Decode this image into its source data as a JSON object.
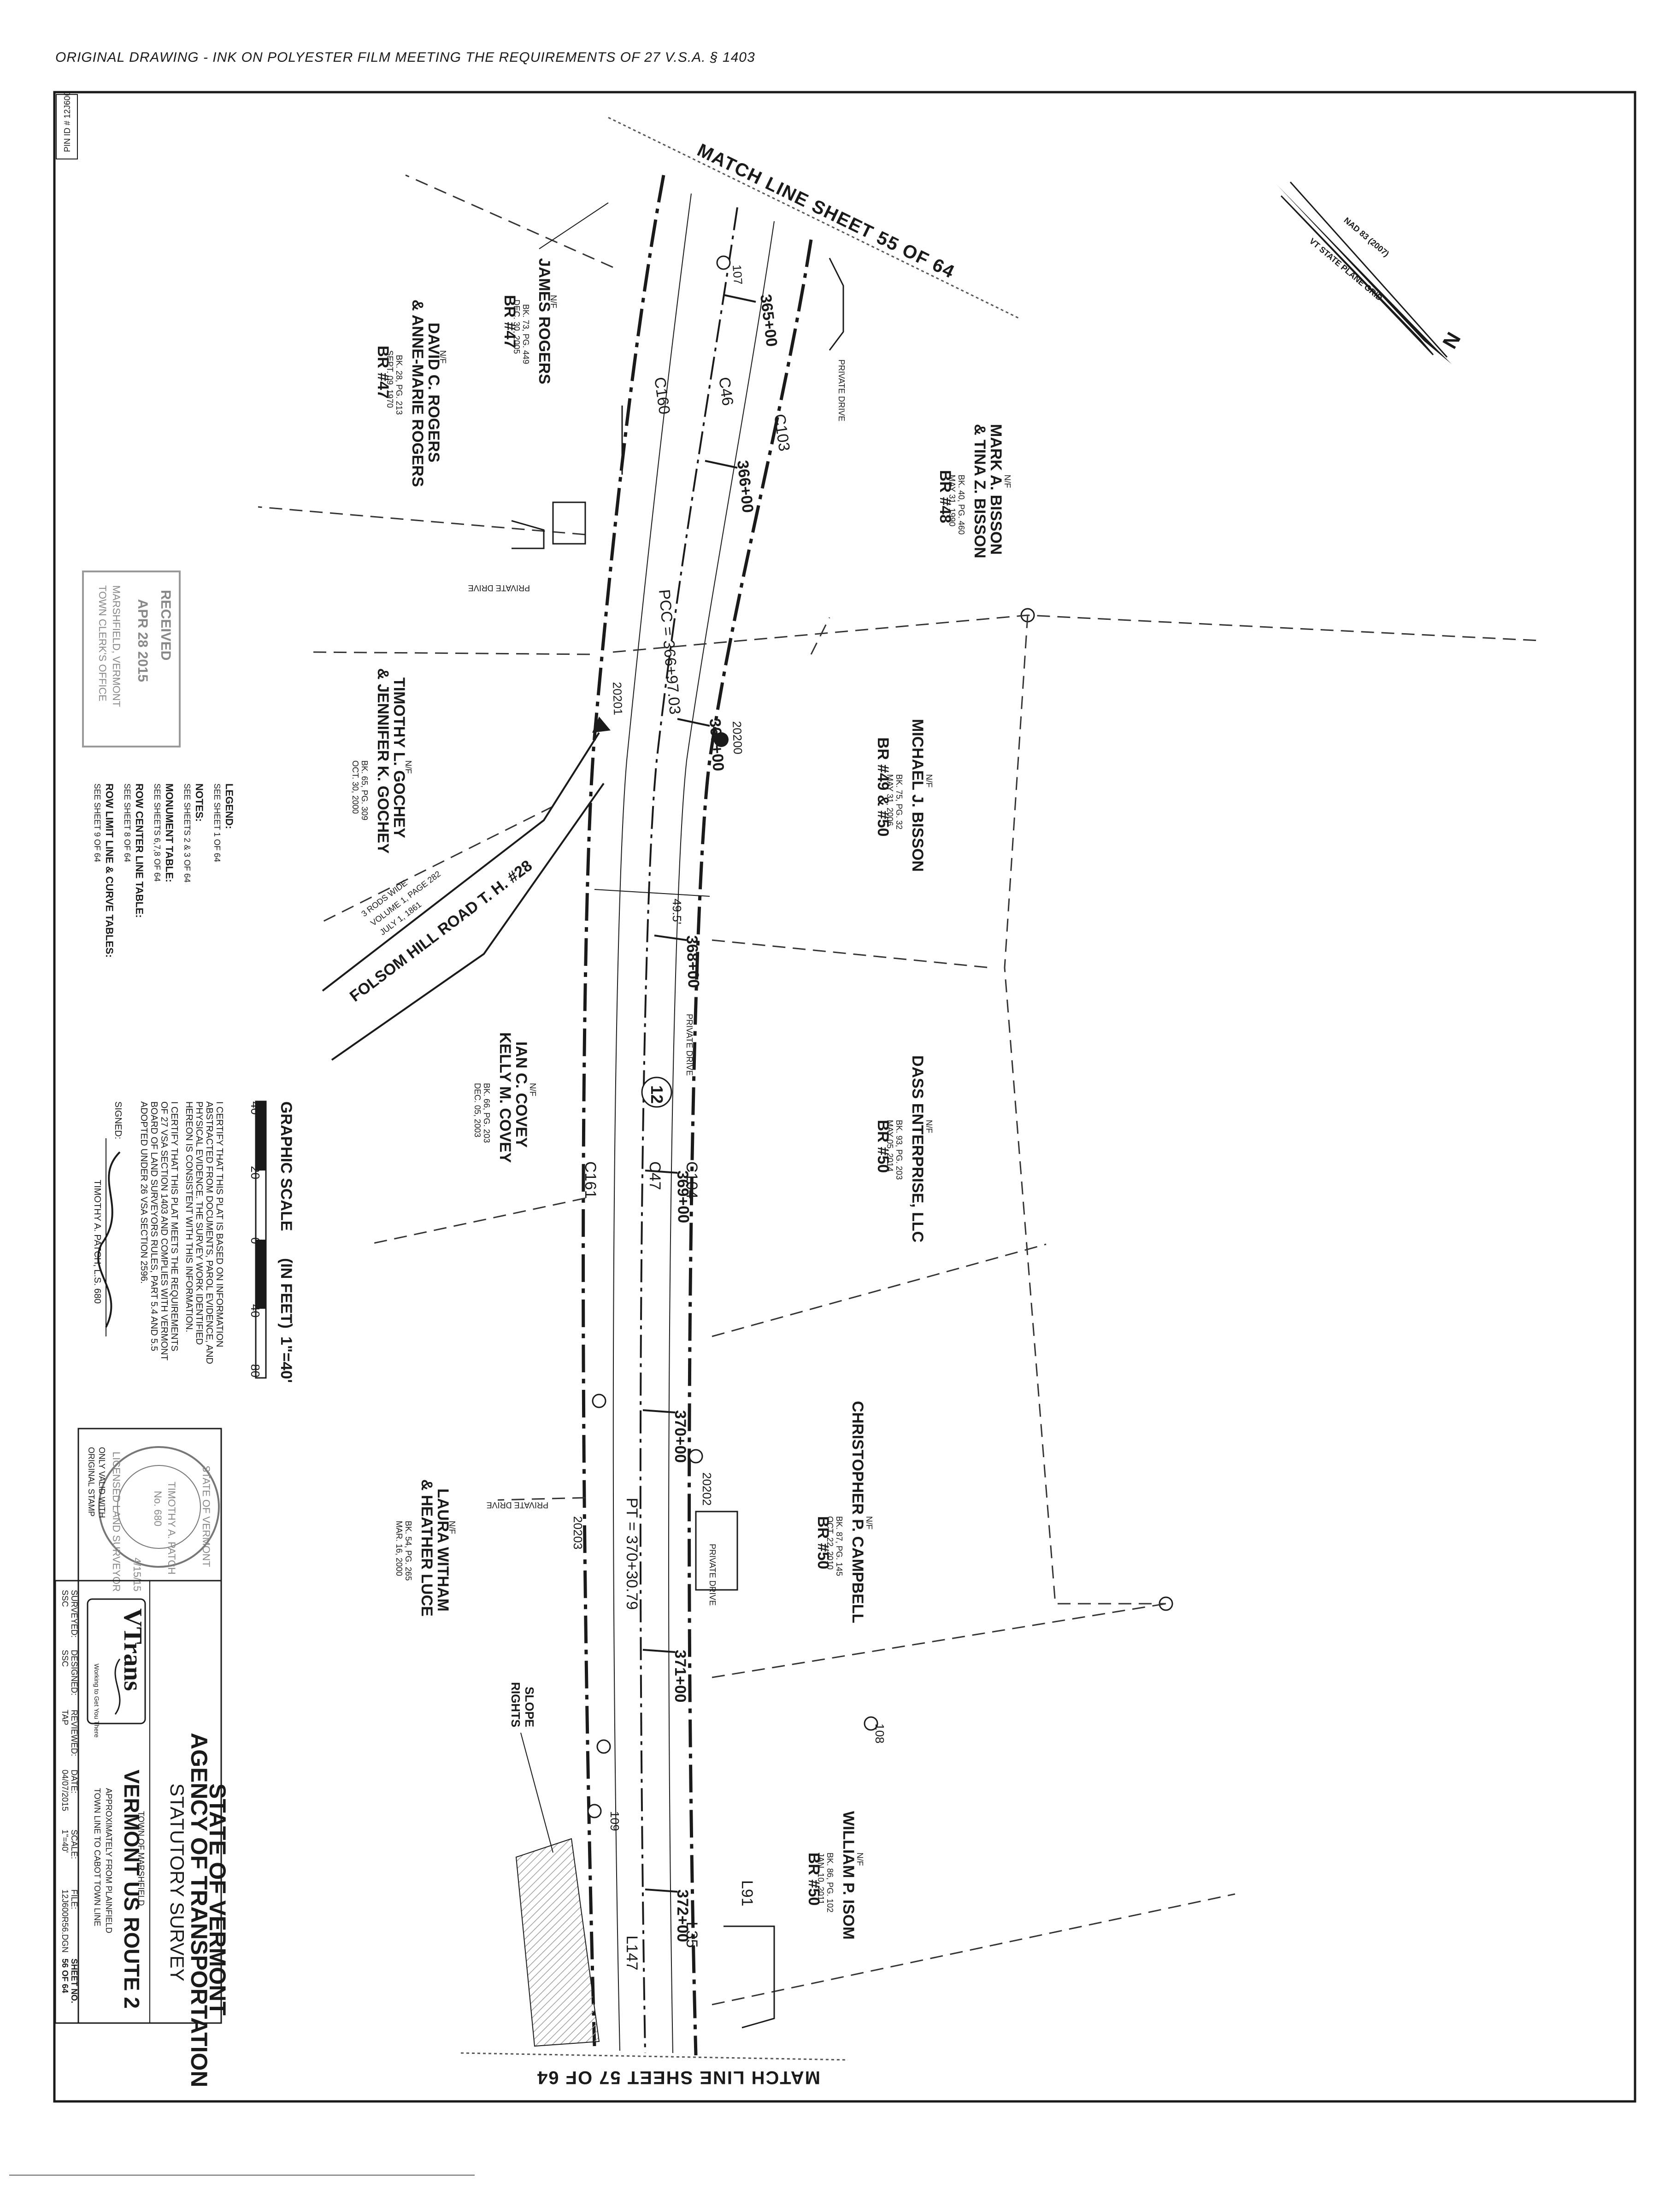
{
  "header_note": "ORIGINAL DRAWING - INK ON POLYESTER FILM MEETING THE REQUIREMENTS OF 27 V.S.A. § 1403",
  "pin_id": "PIN ID # 12J600",
  "match_top": "MATCH LINE SHEET 55 OF 64",
  "match_bottom": "MATCH LINE SHEET 57 OF 64",
  "north": {
    "label": "N",
    "datum": "NAD 83 (2007)",
    "grid": "VT STATE PLANE GRID"
  },
  "owners": [
    {
      "nf": "N/F",
      "name1": "JAMES ROGERS",
      "name2": "",
      "bk": "BK. 73, PG. 449",
      "date": "DEC. 30, 2005",
      "br": "BR #47"
    },
    {
      "nf": "N/F",
      "name1": "DAVID C. ROGERS",
      "name2": "& ANNE-MARIE ROGERS",
      "bk": "BK. 28, PG. 213",
      "date": "SEPT. 09, 1970",
      "br": "BR #47"
    },
    {
      "nf": "N/F",
      "name1": "MARK A. BISSON",
      "name2": "& TINA Z. BISSON",
      "bk": "BK. 40, PG. 460",
      "date": "MAY 31, 1990",
      "br": "BR #48"
    },
    {
      "nf": "N/F",
      "name1": "MICHAEL J. BISSON",
      "name2": "",
      "bk": "BK. 75, PG. 32",
      "date": "MAY 31, 2006",
      "br": "BR #49 & #50"
    },
    {
      "nf": "N/F",
      "name1": "TIMOTHY L. GOCHEY",
      "name2": "& JENNIFER K. GOCHEY",
      "bk": "BK. 65, PG. 309",
      "date": "OCT. 30, 2000",
      "br": ""
    },
    {
      "nf": "N/F",
      "name1": "DASS ENTERPRISE, LLC",
      "name2": "",
      "bk": "BK. 93, PG. 203",
      "date": "MAY 05, 2014",
      "br": "BR #50"
    },
    {
      "nf": "N/F",
      "name1": "IAN C. COVEY",
      "name2": "KELLY M. COVEY",
      "bk": "BK. 66, PG. 203",
      "date": "DEC. 05, 2003",
      "br": ""
    },
    {
      "nf": "N/F",
      "name1": "CHRISTOPHER P. CAMPBELL",
      "name2": "",
      "bk": "BK. 87, PG. 145",
      "date": "OCT. 22, 2010",
      "br": "BR #50"
    },
    {
      "nf": "N/F",
      "name1": "LAURA WITHAM",
      "name2": "& HEATHER LUCE",
      "bk": "BK. 54, PG. 265",
      "date": "MAR. 16, 2000",
      "br": ""
    },
    {
      "nf": "N/F",
      "name1": "WILLIAM P. ISOM",
      "name2": "",
      "bk": "BK. 86, PG. 102",
      "date": "JAN. 10, 2011",
      "br": "BR #50"
    }
  ],
  "stations": [
    "365+00",
    "366+00",
    "367+00",
    "368+00",
    "369+00",
    "370+00",
    "371+00",
    "372+00"
  ],
  "curves": {
    "c160": "C160",
    "c46": "C46",
    "c103": "C103",
    "c161": "C161",
    "c47": "C47",
    "c104": "C104",
    "l147": "L147",
    "l35": "L35",
    "l91": "L91"
  },
  "points": {
    "p107": "107",
    "p108": "108",
    "p109": "109",
    "m20200": "20200",
    "m20201": "20201",
    "m20202": "20202",
    "m20203": "20203"
  },
  "pcc": "PCC = 366+97.03",
  "pt": "PT = 370+30.79",
  "dim": "49.5'",
  "route": "12",
  "folsom": {
    "name": "FOLSOM HILL ROAD T. H. #28",
    "width": "3 RODS WIDE",
    "vol": "VOLUME 1, PAGE 282",
    "date": "JULY 1, 1861"
  },
  "private_drive": "PRIVATE DRIVE",
  "slope_rights": {
    "line1": "SLOPE",
    "line2": "RIGHTS"
  },
  "received_stamp": {
    "title": "RECEIVED",
    "date": "APR 28 2015",
    "line1": "MARSHFIELD, VERMONT",
    "line2": "TOWN CLERK'S OFFICE"
  },
  "legend": {
    "title": "LEGEND:",
    "legend_ref": "SEE SHEET 1 OF 64",
    "notes": "NOTES:",
    "notes_ref": "SEE SHEETS 2 & 3 OF 64",
    "monument": "MONUMENT TABLE:",
    "monument_ref": "SEE SHEETS 6,7,8 OF 64",
    "centerline": "ROW CENTER LINE TABLE:",
    "centerline_ref": "SEE SHEET 8 OF 64",
    "limit": "ROW LIMIT LINE & CURVE TABLES:",
    "limit_ref": "SEE SHEET 9 OF 64"
  },
  "scale": {
    "title": "GRAPHIC SCALE",
    "unit": "(IN FEET)",
    "ratio": "1\"=40'",
    "ticks": [
      "40",
      "20",
      "0",
      "40",
      "80"
    ]
  },
  "certification": {
    "line1": "I CERTIFY THAT THIS PLAT IS BASED ON INFORMATION",
    "line2": "ABSTRACTED FROM DOCUMENTS, PAROL EVIDENCE, AND",
    "line3": "PHYSICAL EVIDENCE. THE SURVEY WORK IDENTIFIED",
    "line4": "HEREON IS CONSISTENT WITH THIS INFORMATION.",
    "line5": "I CERTIFY THAT THIS PLAT MEETS THE REQUIREMENTS",
    "line6": "OF 27 VSA SECTION 1403 AND COMPLIES WITH VERMONT",
    "line7": "BOARD OF LAND SURVEYORS RULES, PART 5.4 AND 5.5",
    "line8": "ADOPTED UNDER 26 VSA SECTION 2596.",
    "signed": "SIGNED:",
    "surveyor": "TIMOTHY A. PATCH, L.S. 680"
  },
  "seal": {
    "state": "STATE OF VERMONT",
    "name": "TIMOTHY A. PATCH",
    "number": "No. 680",
    "role": "LICENSED LAND SURVEYOR",
    "date": "4/15/15",
    "note1": "ONLY VALID WITH",
    "note2": "ORIGINAL STAMP"
  },
  "title_block": {
    "state": "STATE OF VERMONT",
    "agency": "AGENCY OF TRANSPORTATION",
    "survey": "STATUTORY SURVEY",
    "town": "TOWN OF MARSHFIELD",
    "route": "VERMONT US ROUTE 2",
    "limits1": "APPROXIMATELY FROM PLAINFIELD",
    "limits2": "TOWN LINE TO CABOT TOWN LINE",
    "logo": "VTrans",
    "logo_tag": "Working to Get You There"
  },
  "side_block": [
    {
      "label": "SURVEYED:",
      "value": "SSC"
    },
    {
      "label": "DESIGNED:",
      "value": "SSC"
    },
    {
      "label": "REVIEWED:",
      "value": "TAP"
    },
    {
      "label": "DATE:",
      "value": "04/07/2015"
    },
    {
      "label": "SCALE:",
      "value": "1\"=40'"
    },
    {
      "label": "FILE:",
      "value": "12J600R56.DGN"
    },
    {
      "label": "SHEET NO.",
      "value": "56 OF 64"
    }
  ],
  "colors": {
    "ink": "#1a1a1a",
    "stamp": "#888888",
    "hatch": "#bdbdbd"
  }
}
